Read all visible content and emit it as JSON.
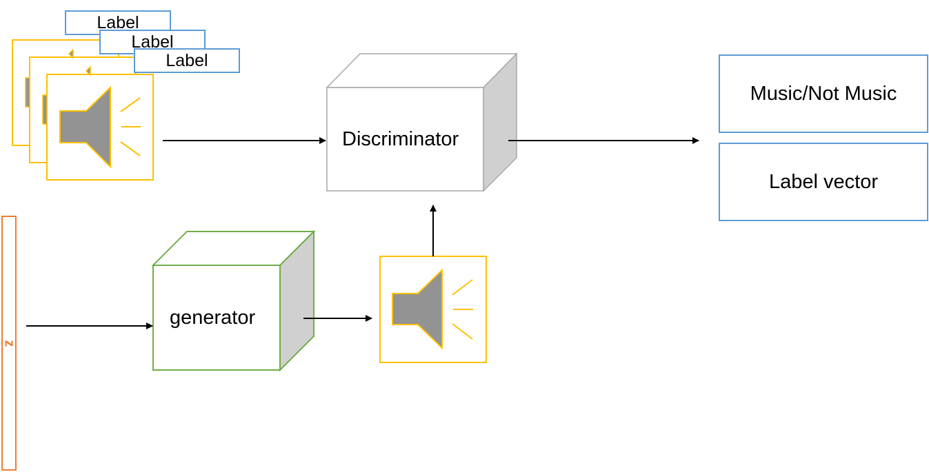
{
  "sample_labels": [
    "Label",
    "Label",
    "Label"
  ],
  "discriminator": {
    "label": "Discriminator"
  },
  "generator": {
    "label": "generator"
  },
  "noise": {
    "label": "z"
  },
  "outputs": [
    "Music/Not Music",
    "Label vector"
  ],
  "colors": {
    "audio_frame": "#ffc000",
    "speaker_fill": "#939393",
    "label_border": "#5b9bd5",
    "noise_border": "#ed7d31",
    "generator_border": "#70ad47",
    "discriminator_border": "#a6a6a6",
    "cube_side": "#d0d0d0",
    "arrow": "#000000"
  }
}
